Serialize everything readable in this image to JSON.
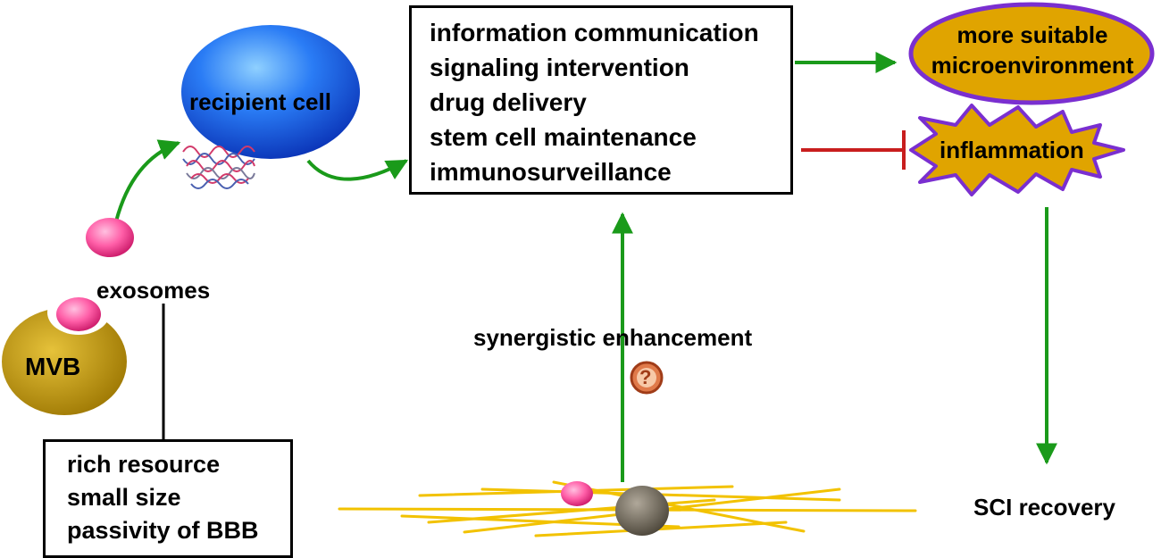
{
  "functions_box": {
    "items": [
      "information communication",
      "signaling intervention",
      "drug delivery",
      "stem cell maintenance",
      "immunosurveillance"
    ]
  },
  "nodes": {
    "recipient_cell": "recipient cell",
    "exosomes": "exosomes",
    "mvb": "MVB",
    "microenvironment_line1": "more suitable",
    "microenvironment_line2": "microenvironment",
    "inflammation": "inflammation",
    "sci_recovery": "SCI recovery",
    "synergistic": "synergistic enhancement",
    "question_mark": "?"
  },
  "properties_box": {
    "items": [
      "rich resource",
      "small size",
      "passivity of BBB"
    ]
  },
  "colors": {
    "promote_arrow": "#1a9a1a",
    "inhibit_line": "#c81e1e",
    "cell_blue": "#1e5cf0",
    "exosome_pink": "#ff5fa8",
    "gold": "#d8a400",
    "purple": "#7a2fd0",
    "scaffold_yellow": "#f2c200"
  }
}
